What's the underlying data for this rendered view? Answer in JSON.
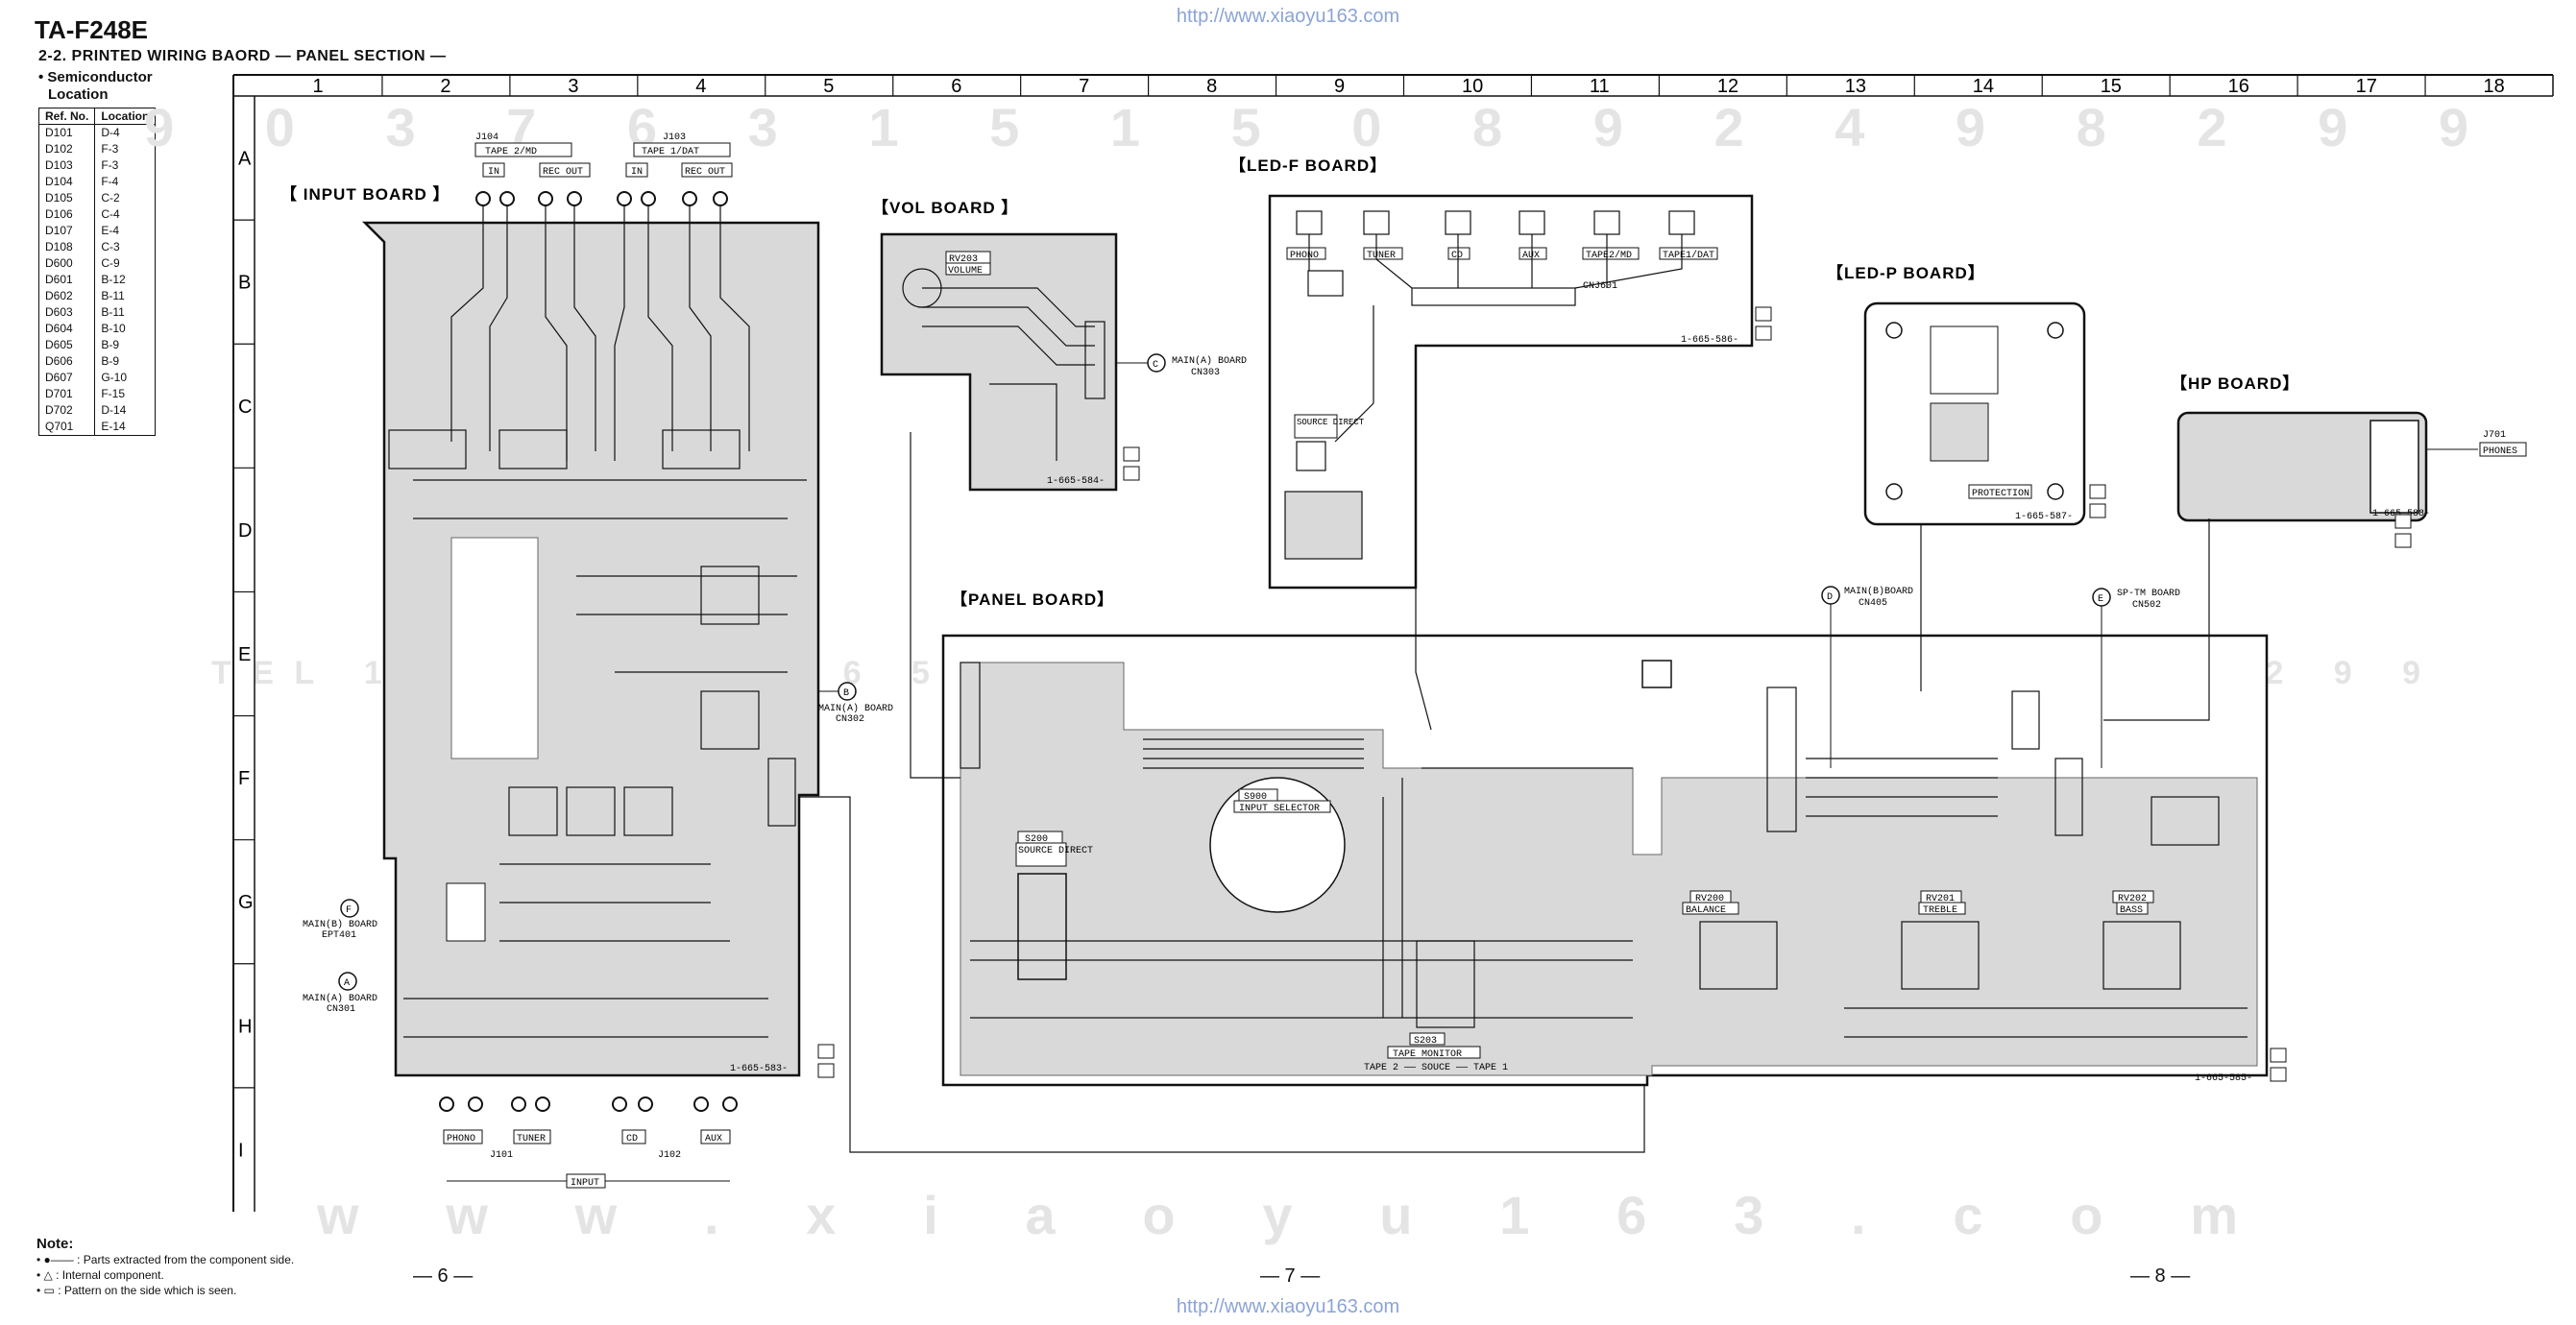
{
  "header": {
    "model": "TA-F248E",
    "url": "http://www.xiaoyu163.com",
    "section": "2-2.   PRINTED WIRING BAORD — PANEL SECTION —",
    "semiconductor_title": "• Semiconductor",
    "location_title": "Location"
  },
  "ref_table": {
    "headers": [
      "Ref. No.",
      "Location"
    ],
    "rows": [
      [
        "D101",
        "D-4"
      ],
      [
        "D102",
        "F-3"
      ],
      [
        "D103",
        "F-3"
      ],
      [
        "D104",
        "F-4"
      ],
      [
        "D105",
        "C-2"
      ],
      [
        "D106",
        "C-4"
      ],
      [
        "D107",
        "E-4"
      ],
      [
        "D108",
        "C-3"
      ],
      [
        "D600",
        "C-9"
      ],
      [
        "D601",
        "B-12"
      ],
      [
        "D602",
        "B-11"
      ],
      [
        "D603",
        "B-11"
      ],
      [
        "D604",
        "B-10"
      ],
      [
        "D605",
        "B-9"
      ],
      [
        "D606",
        "B-9"
      ],
      [
        "D607",
        "G-10"
      ],
      [
        "D701",
        "F-15"
      ],
      [
        "D702",
        "D-14"
      ],
      [
        "Q701",
        "E-14"
      ]
    ]
  },
  "grid": {
    "columns": [
      "1",
      "2",
      "3",
      "4",
      "5",
      "6",
      "7",
      "8",
      "9",
      "10",
      "11",
      "12",
      "13",
      "14",
      "15",
      "16",
      "17",
      "18"
    ],
    "rows": [
      "A",
      "B",
      "C",
      "D",
      "E",
      "F",
      "G",
      "H",
      "I"
    ]
  },
  "boards": {
    "input": "【 INPUT BOARD 】",
    "vol": "【VOL BOARD 】",
    "led_f": "【LED-F BOARD】",
    "led_p": "【LED-P BOARD】",
    "hp": "【HP BOARD】",
    "panel": "【PANEL BOARD】"
  },
  "labels": {
    "j104": "J104",
    "tape2md": "TAPE 2/MD",
    "j103": "J103",
    "tape1dat": "TAPE 1/DAT",
    "in": "IN",
    "recout": "REC OUT",
    "phono": "PHONO",
    "tuner": "TUNER",
    "cd": "CD",
    "aux": "AUX",
    "j101": "J101",
    "j102": "J102",
    "input": "INPUT",
    "main_a_cn302": "MAIN(A) BOARD",
    "cn302": "CN302",
    "main_a_cn303": "MAIN(A) BOARD",
    "cn303": "CN303",
    "main_b_ept401": "MAIN(B) BOARD",
    "ept401": "EPT401",
    "main_a_cn301": "MAIN(A) BOARD",
    "cn301": "CN301",
    "main_b_cn405": "MAIN(B)BOARD",
    "cn405": "CN405",
    "sptm_cn502": "SP-TM BOARD",
    "cn502": "CN502",
    "rv203": "RV203",
    "volume": "VOLUME",
    "s900": "S900",
    "input_selector": "INPUT SELECTOR",
    "s200": "S200",
    "source_direct": "SOURCE DIRECT",
    "s203": "S203",
    "tape_monitor": "TAPE MONITOR",
    "tape_mon_sub": "TAPE 2 —— SOUCE —— TAPE 1",
    "rv200": "RV200",
    "balance": "BALANCE",
    "rv201": "RV201",
    "treble": "TREBLE",
    "rv202": "RV202",
    "bass": "BASS",
    "protection": "PROTECTION",
    "phones": "PHONES",
    "j701": "J701",
    "cnj601": "CNJ601",
    "led_phono": "PHONO",
    "led_tuner": "TUNER",
    "led_cd": "CD",
    "led_aux": "AUX",
    "led_tape2": "TAPE2/MD",
    "led_tape1": "TAPE1/DAT",
    "led_source": "SOURCE DIRECT",
    "pn_input": "1-665-583-",
    "pn_vol": "1-665-584-",
    "pn_ledf": "1-665-586-",
    "pn_ledp": "1-665-587-",
    "pn_hp": "1-665-588-",
    "pn_panel": "1-665-585-",
    "marker_a": "A",
    "marker_b": "B",
    "marker_c": "C",
    "marker_d": "D",
    "marker_e": "E",
    "marker_f": "F"
  },
  "notes": {
    "title": "Note:",
    "items": [
      "• ●—— : Parts extracted from the component side.",
      "• △ : Internal component.",
      "• ▭ : Pattern on the side which is seen."
    ]
  },
  "pages": [
    "— 6 —",
    "— 7 —",
    "— 8 —"
  ],
  "watermarks": {
    "row1": "9 0 3 7 6 3 1 5 1 5 0 8 9 2 4 9 8 2 9 9",
    "mid": "TEL 1 3 9 4 2 2 9 6 5 1 3  QQ 3 7 6 3 1 5 1 5 0 8 9 2 4 9 8 2 9 9",
    "bottom": "w w w . x i a o y u 1 6 3 . c o m"
  }
}
